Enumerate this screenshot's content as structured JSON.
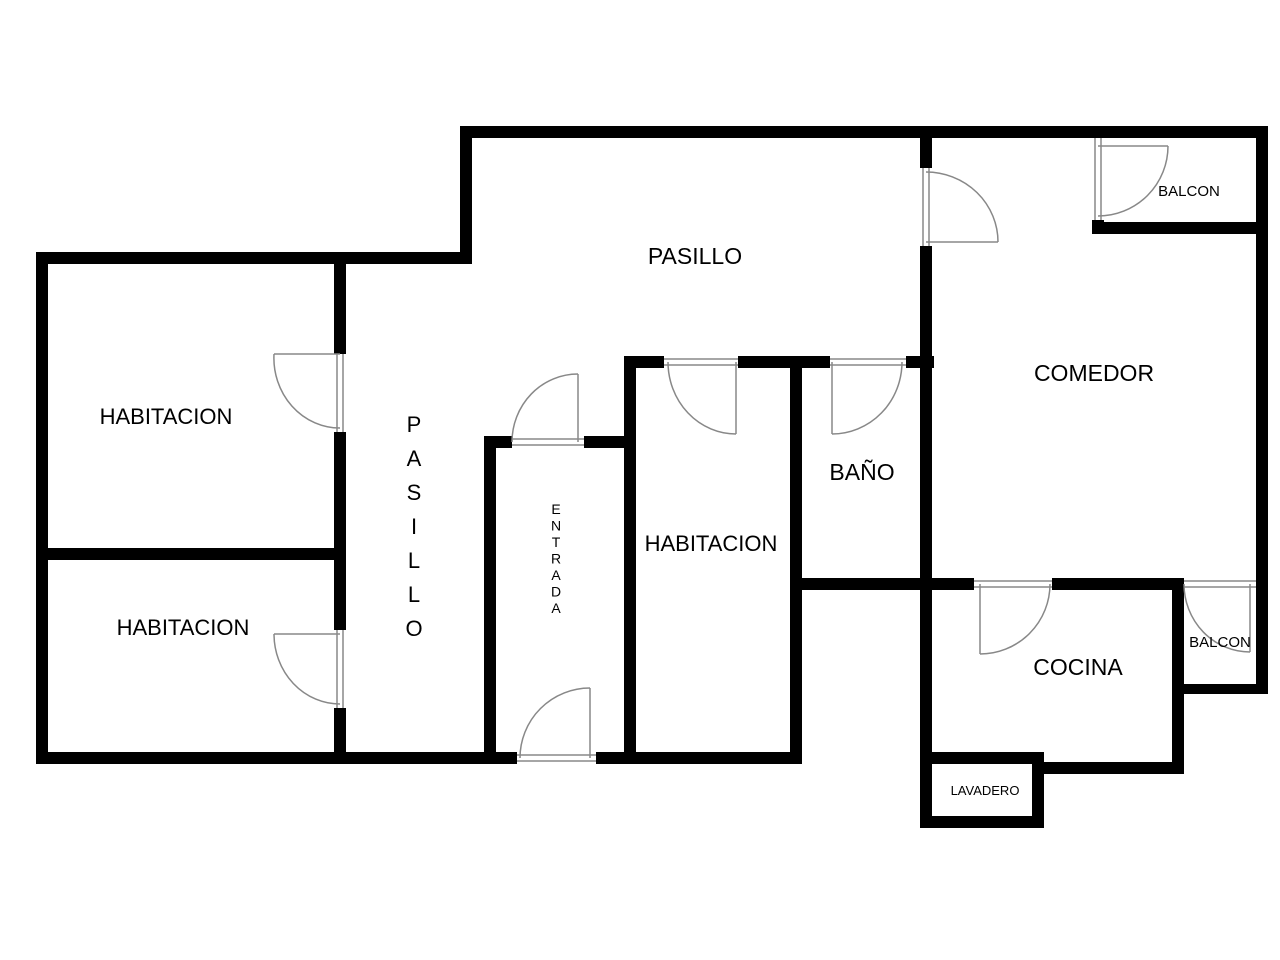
{
  "plan": {
    "colors": {
      "wall": "#000000",
      "door": "#888888",
      "background": "#ffffff"
    },
    "rooms": [
      {
        "id": "pasillo-top",
        "label": "PASILLO"
      },
      {
        "id": "habitacion-left-top",
        "label": "HABITACION"
      },
      {
        "id": "habitacion-left-bottom",
        "label": "HABITACION"
      },
      {
        "id": "pasillo-vertical",
        "label": "PASILLO"
      },
      {
        "id": "entrada",
        "label": "ENTRADA"
      },
      {
        "id": "habitacion-center",
        "label": "HABITACION"
      },
      {
        "id": "bano",
        "label": "BAÑO"
      },
      {
        "id": "comedor",
        "label": "COMEDOR"
      },
      {
        "id": "balcon-top",
        "label": "BALCON"
      },
      {
        "id": "cocina",
        "label": "COCINA"
      },
      {
        "id": "balcon-bottom",
        "label": "BALCON"
      },
      {
        "id": "lavadero",
        "label": "LAVADERO"
      }
    ]
  }
}
